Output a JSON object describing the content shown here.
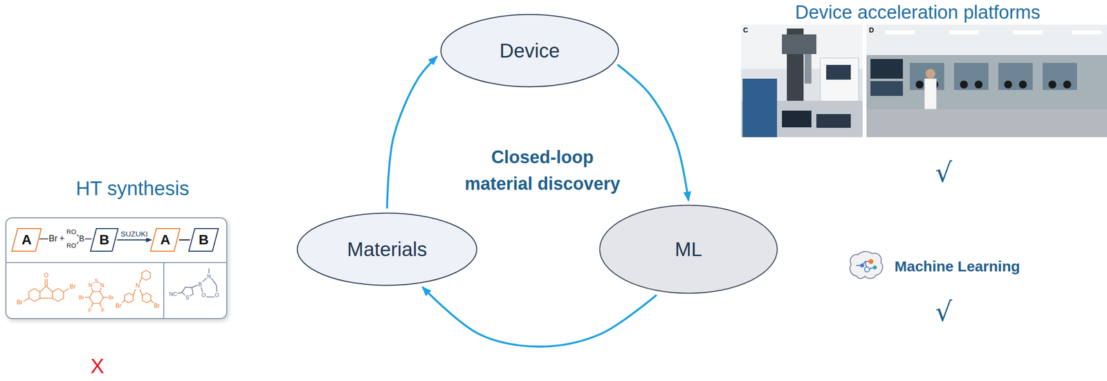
{
  "diagram": {
    "nodes": [
      {
        "text": [
          "HT synthesis"
        ]
      },
      {
        "text": [
          "A"
        ],
        "in": 0
      },
      {
        "text": [
          "B"
        ],
        "in": 0
      },
      {
        "text": [
          "A"
        ],
        "in": 0
      },
      {
        "text": [
          "B"
        ],
        "in": 0
      },
      {
        "text": [
          "Materials"
        ]
      },
      {
        "text": [
          "Device"
        ]
      },
      {
        "text": [
          "ML"
        ]
      }
    ],
    "edges": [
      {
        "from": 2,
        "to": 3,
        "label": "SUZUKI",
        "arrow": "to"
      },
      {
        "from": 3,
        "to": 4,
        "arrow": "none"
      },
      {
        "from": 5,
        "to": 6,
        "arrow": "to"
      },
      {
        "from": 6,
        "to": 7,
        "arrow": "to"
      },
      {
        "from": 7,
        "to": 5,
        "arrow": "to"
      }
    ],
    "labels": [
      "Device acceleration platforms",
      "C",
      "D",
      "√",
      "Machine Learning",
      "√",
      "Closed-loop material discovery",
      "Br",
      "+",
      "RO",
      "RO",
      "B",
      "Br",
      "O",
      "Br",
      "N",
      "S",
      "N",
      "Br",
      "Br",
      "F",
      "F",
      "N",
      "Br",
      "Br",
      "NC",
      "S",
      "B",
      "N",
      "O",
      "O",
      "X"
    ]
  }
}
